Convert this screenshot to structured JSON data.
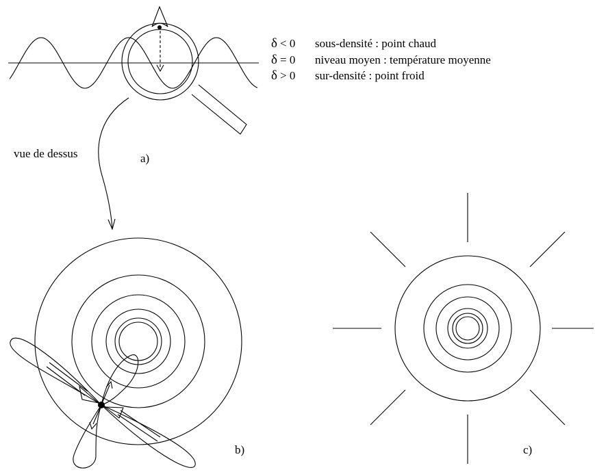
{
  "legend": [
    {
      "symbol": "δ",
      "relation": "< 0",
      "description": "sous-densité : point chaud"
    },
    {
      "symbol": "δ",
      "relation": "= 0",
      "description": "niveau moyen : température moyenne"
    },
    {
      "symbol": "δ",
      "relation": "> 0",
      "description": "sur-densité : point froid"
    }
  ],
  "annotation": "vue de dessus",
  "panel_labels": {
    "a": "a)",
    "b": "b)",
    "c": "c)"
  }
}
